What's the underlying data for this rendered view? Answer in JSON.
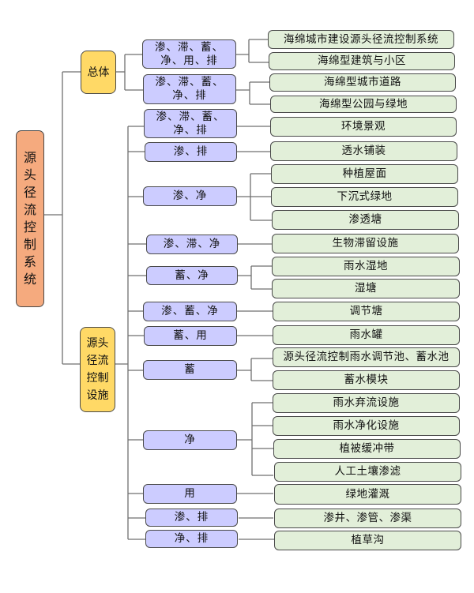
{
  "root": {
    "label": "源头径流控制系统"
  },
  "groups": [
    {
      "label": "总体",
      "functions": [
        {
          "label": "渗、滞、蓄、净、用、排",
          "items": [
            "海绵城市建设源头径流控制系统",
            "海绵型建筑与小区"
          ]
        },
        {
          "label": "渗、滞、蓄、净、排",
          "items": [
            "海绵型城市道路",
            "海绵型公园与绿地"
          ]
        }
      ]
    },
    {
      "label": "源头径流控制设施",
      "functions": [
        {
          "label": "渗、滞、蓄、净、排",
          "items": [
            "环境景观"
          ]
        },
        {
          "label": "渗、排",
          "items": [
            "透水铺装"
          ]
        },
        {
          "label": "渗、净",
          "items": [
            "种植屋面",
            "下沉式绿地",
            "渗透塘"
          ]
        },
        {
          "label": "渗、滞、净",
          "items": [
            "生物滞留设施"
          ]
        },
        {
          "label": "蓄、净",
          "items": [
            "雨水湿地",
            "湿塘"
          ]
        },
        {
          "label": "渗、蓄、净",
          "items": [
            "调节塘"
          ]
        },
        {
          "label": "蓄、用",
          "items": [
            "雨水罐"
          ]
        },
        {
          "label": "蓄",
          "items": [
            "源头径流控制雨水调节池、蓄水池",
            "蓄水模块"
          ]
        },
        {
          "label": "净",
          "items": [
            "雨水弃流设施",
            "雨水净化设施",
            "植被缓冲带",
            "人工土壤渗滤"
          ]
        },
        {
          "label": "用",
          "items": [
            "绿地灌溉"
          ]
        },
        {
          "label": "渗、排",
          "items": [
            "渗井、渗管、渗渠"
          ]
        },
        {
          "label": "净、排",
          "items": [
            "植草沟"
          ]
        }
      ]
    }
  ],
  "colors": {
    "root": "#F5AA7E",
    "group": "#FFD966",
    "function": "#CCCCFF",
    "facility": "#E2EFD9",
    "connector": "#6F6F6F"
  }
}
